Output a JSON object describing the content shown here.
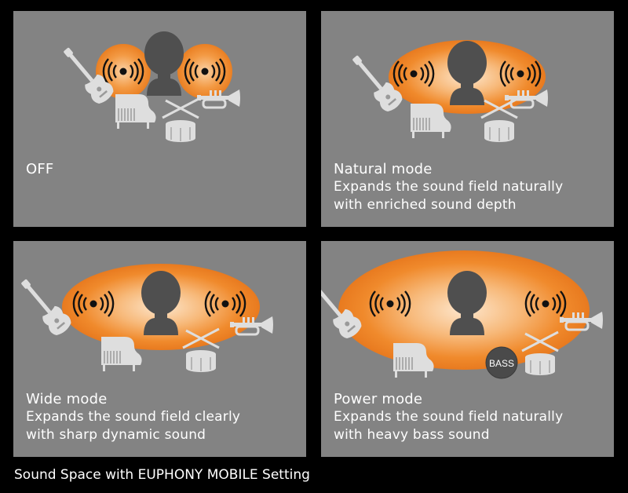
{
  "panels": [
    {
      "title": "OFF",
      "line1": "",
      "line2": "",
      "mode": "off"
    },
    {
      "title": "Natural mode",
      "line1": "Expands the sound field naturally",
      "line2": "with enriched sound depth",
      "mode": "natural"
    },
    {
      "title": "Wide mode",
      "line1": "Expands the sound field clearly",
      "line2": "with sharp dynamic sound",
      "mode": "wide"
    },
    {
      "title": "Power mode",
      "line1": "Expands the sound field naturally",
      "line2": "with heavy bass sound",
      "mode": "power"
    }
  ],
  "bass_label": "BASS",
  "footer": "Sound Space with EUPHONY MOBILE Setting",
  "colors": {
    "panel_bg": "#838383",
    "glow": "#f08a2c",
    "glow_center": "#fbd9b3",
    "head": "#4f4f4f",
    "instrument": "#dedede",
    "bass_badge": "#4a4a4a"
  },
  "icons": [
    "guitar-icon",
    "piano-icon",
    "drum-icon",
    "trumpet-icon",
    "speaker-wave-icon",
    "listener-head-icon"
  ]
}
